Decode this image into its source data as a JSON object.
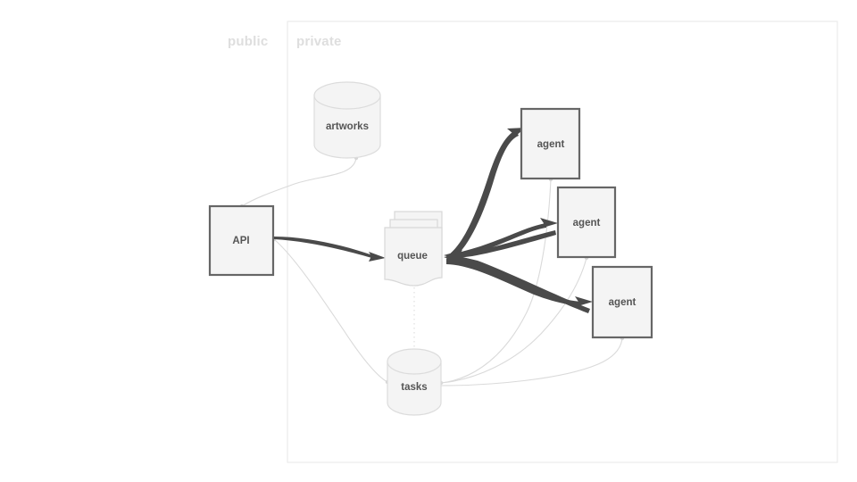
{
  "diagram": {
    "title": "",
    "type": "architecture-diagram",
    "colors": {
      "node_fill": "#f4f4f4",
      "node_stroke_strong": "#666666",
      "node_stroke_soft": "#dcdcdc",
      "edge_thick": "#4a4a4a",
      "edge_thin": "#dadada",
      "zone_border": "#ebebeb",
      "zone_label": "#dedede",
      "label_text": "#555555",
      "background": "#ffffff"
    },
    "zones": [
      {
        "id": "public",
        "label": "public"
      },
      {
        "id": "private",
        "label": "private"
      }
    ],
    "nodes": [
      {
        "id": "api",
        "label": "API",
        "shape": "box",
        "zone": "public"
      },
      {
        "id": "artworks",
        "label": "artworks",
        "shape": "cylinder",
        "zone": "private"
      },
      {
        "id": "queue",
        "label": "queue",
        "shape": "document-stack",
        "zone": "private"
      },
      {
        "id": "tasks",
        "label": "tasks",
        "shape": "cylinder",
        "zone": "private"
      },
      {
        "id": "agent1",
        "label": "agent",
        "shape": "box",
        "zone": "private"
      },
      {
        "id": "agent2",
        "label": "agent",
        "shape": "box",
        "zone": "private"
      },
      {
        "id": "agent3",
        "label": "agent",
        "shape": "box",
        "zone": "private"
      }
    ],
    "edges": [
      {
        "from": "api",
        "to": "queue",
        "style": "thick",
        "arrow": "to"
      },
      {
        "from": "queue",
        "to": "agent1",
        "style": "thick",
        "arrow": "to"
      },
      {
        "from": "queue",
        "to": "agent2",
        "style": "thick",
        "arrow": "to"
      },
      {
        "from": "queue",
        "to": "agent3",
        "style": "thick",
        "arrow": "to"
      },
      {
        "from": "agent2",
        "to": "queue",
        "style": "thick",
        "arrow": "to"
      },
      {
        "from": "agent3",
        "to": "queue",
        "style": "thick",
        "arrow": "to"
      },
      {
        "from": "artworks",
        "to": "api",
        "style": "thin",
        "arrow": "none"
      },
      {
        "from": "api",
        "to": "tasks",
        "style": "thin",
        "arrow": "none"
      },
      {
        "from": "queue",
        "to": "tasks",
        "style": "dotted",
        "arrow": "none"
      },
      {
        "from": "tasks",
        "to": "agent1",
        "style": "thin",
        "arrow": "none"
      },
      {
        "from": "tasks",
        "to": "agent2",
        "style": "thin",
        "arrow": "none"
      },
      {
        "from": "tasks",
        "to": "agent3",
        "style": "thin",
        "arrow": "none"
      }
    ]
  }
}
